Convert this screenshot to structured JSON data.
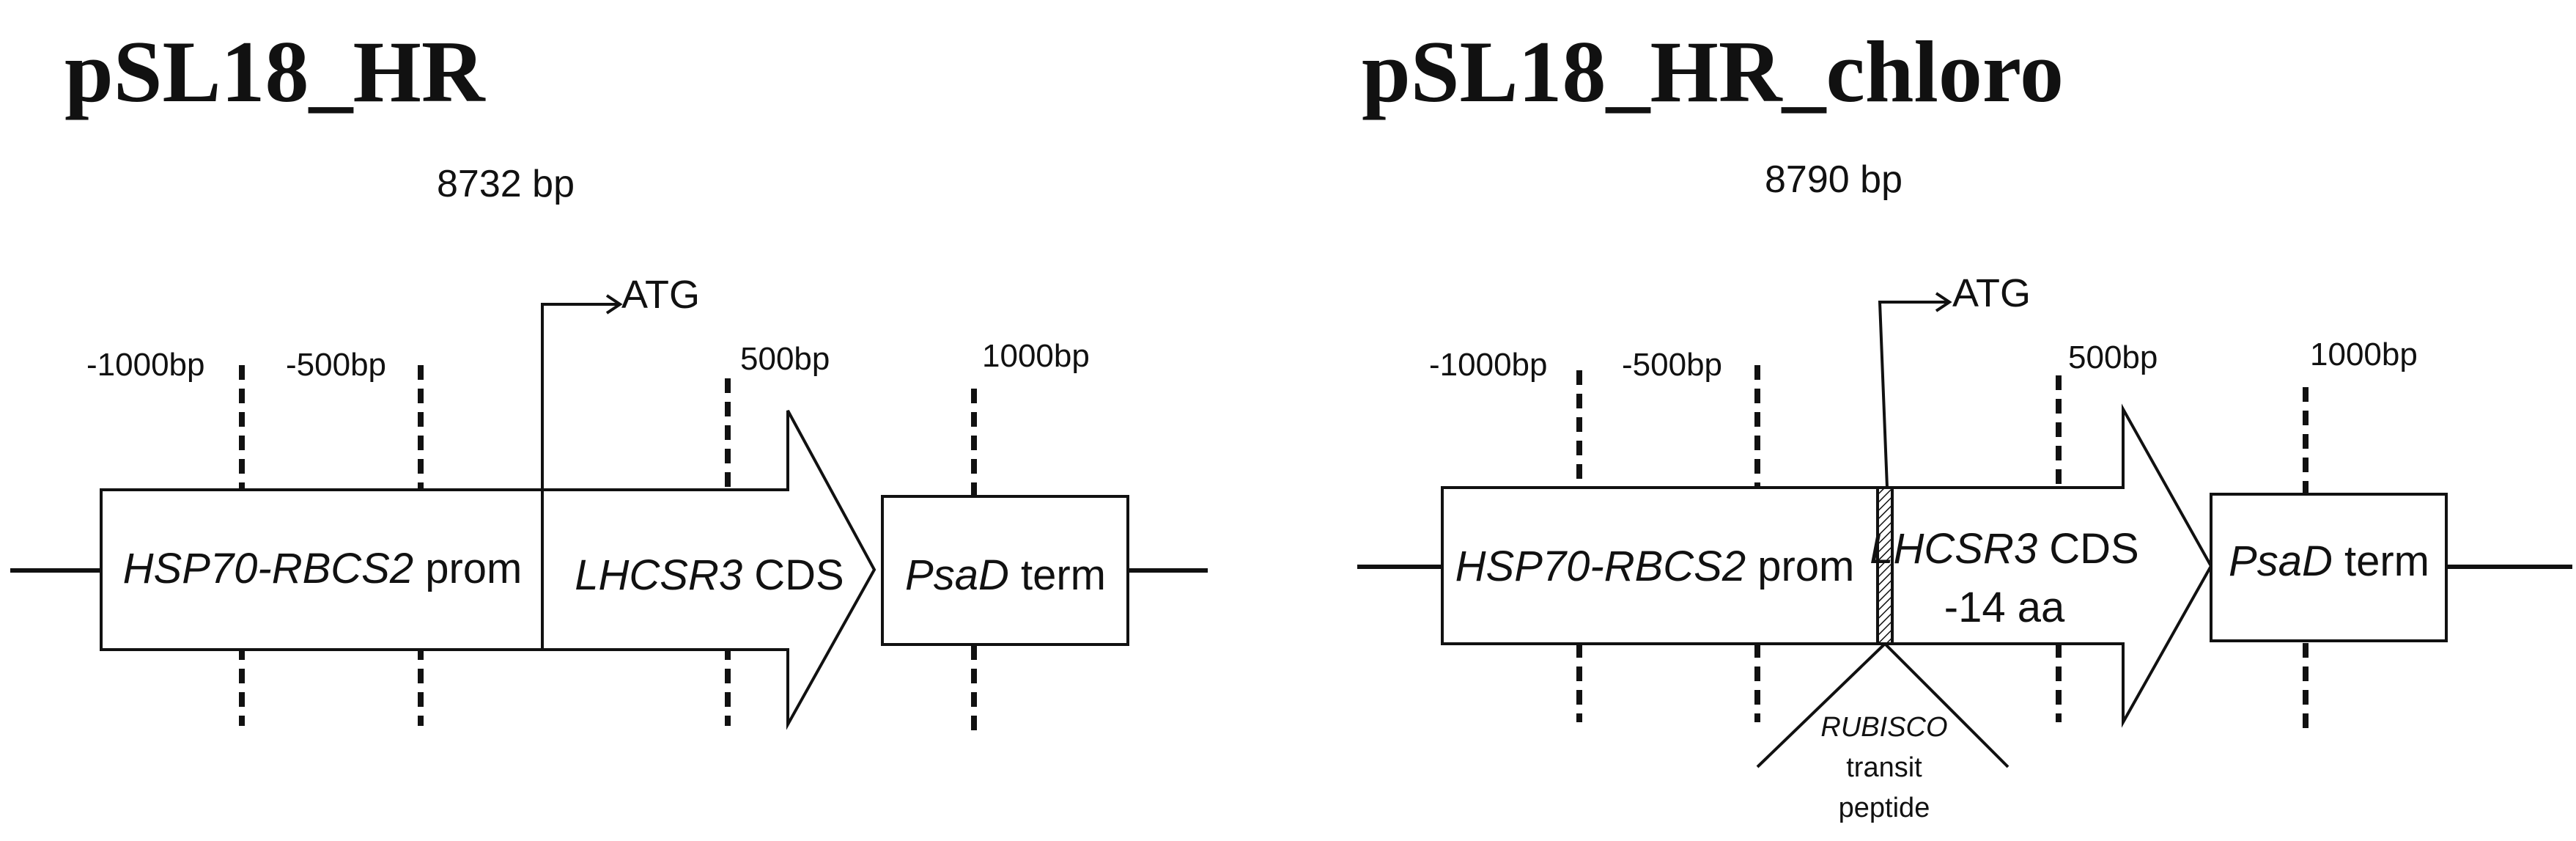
{
  "construct_1": {
    "title": "pSL18_HR",
    "size": "8732 bp",
    "ticks": [
      "-1000bp",
      "-500bp",
      "500bp",
      "1000bp"
    ],
    "start_codon": "ATG",
    "promoter": {
      "gene": "HSP70-RBCS2",
      "suffix": " prom"
    },
    "cds": {
      "gene": "LHCSR3",
      "suffix": " CDS"
    },
    "terminator": {
      "gene": "PsaD",
      "suffix": " term"
    }
  },
  "construct_2": {
    "title": "pSL18_HR_chloro",
    "size": "8790 bp",
    "ticks": [
      "-1000bp",
      "-500bp",
      "500bp",
      "1000bp"
    ],
    "start_codon": "ATG",
    "promoter": {
      "gene": "HSP70-RBCS2",
      "suffix": " prom"
    },
    "cds": {
      "gene": "LHCSR3",
      "suffix": " CDS",
      "note": "-14 aa"
    },
    "terminator": {
      "gene": "PsaD",
      "suffix": " term"
    },
    "transit_peptide": {
      "line1": "RUBISCO",
      "line2": "transit",
      "line3": "peptide"
    }
  }
}
